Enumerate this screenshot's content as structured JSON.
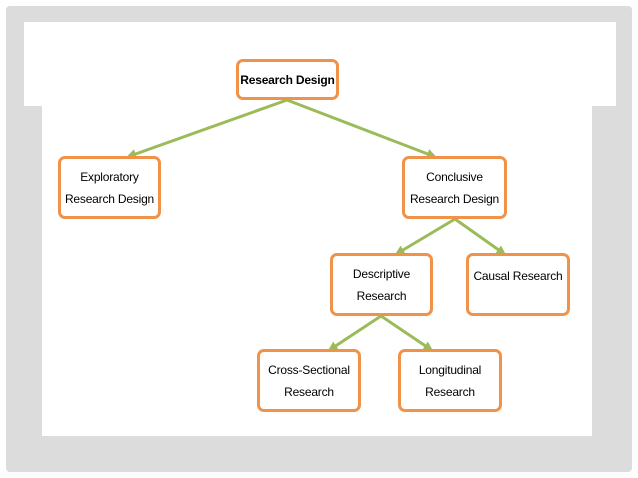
{
  "diagram": {
    "nodes": {
      "root": "Research Design",
      "exploratory": "Exploratory\nResearch Design",
      "conclusive": "Conclusive\nResearch Design",
      "descriptive": "Descriptive\nResearch",
      "causal": "Causal Research",
      "cross_sectional": "Cross-Sectional\nResearch",
      "longitudinal": "Longitudinal\nResearch"
    },
    "edges": [
      [
        "root",
        "exploratory"
      ],
      [
        "root",
        "conclusive"
      ],
      [
        "conclusive",
        "descriptive"
      ],
      [
        "conclusive",
        "causal"
      ],
      [
        "descriptive",
        "cross_sectional"
      ],
      [
        "descriptive",
        "longitudinal"
      ]
    ],
    "colors": {
      "node_border": "#f0924a",
      "connector": "#9bbb59",
      "frame": "#dcdcdc"
    }
  }
}
